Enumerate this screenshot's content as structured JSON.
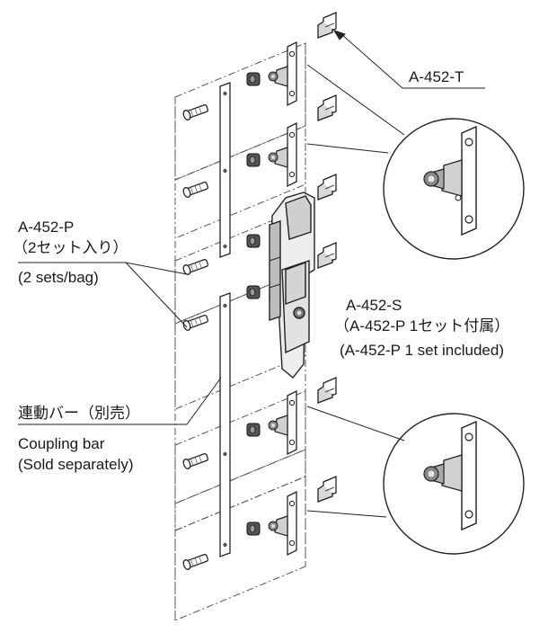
{
  "labels": {
    "t_part": "A-452-T",
    "p_part": "A-452-P",
    "p_sets_jp": "（2セット入り）",
    "p_sets_en": "(2 sets/bag)",
    "s_part": "A-452-S",
    "s_included_jp": "（A-452-P 1セット付属）",
    "s_included_en": "(A-452-P 1 set included)",
    "bar_jp": "連動バー（別売）",
    "bar_en": "Coupling bar",
    "bar_sold": "(Sold separately)"
  }
}
